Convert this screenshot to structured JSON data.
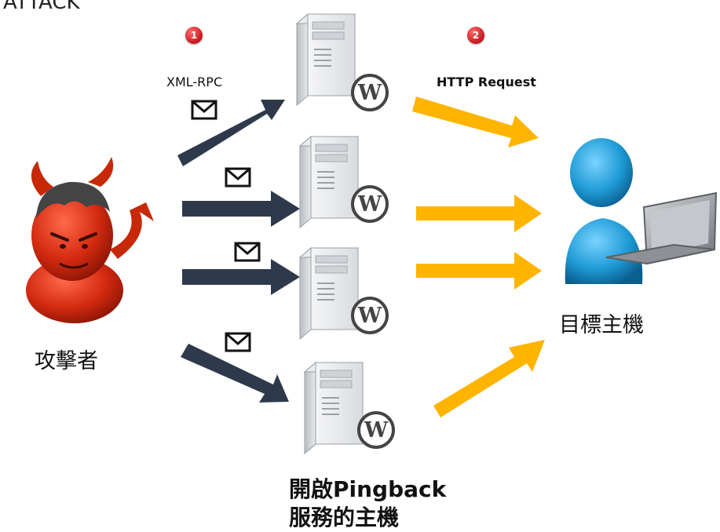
{
  "colors": {
    "arrow_dark": "#2e3a4b",
    "arrow_yellow": "#ffb400",
    "badge_red": "#d3191f",
    "person_blue": "#1f9bd6",
    "devil_red": "#d32a10"
  },
  "badges": {
    "step1": "1",
    "step2": "2"
  },
  "labels": {
    "xmlrpc": "XML-RPC",
    "http_request": "HTTP Request",
    "attacker": "攻擊者",
    "target": "目標主機",
    "servers_line1": "開啟Pingback",
    "servers_line2": "服務的主機"
  },
  "icons": {
    "attacker": "devil-icon",
    "server": "server-tower-icon",
    "wordpress": "wordpress-logo-icon",
    "envelope": "envelope-icon",
    "target": "user-with-laptop-icon"
  },
  "header_fragment": "ATTACK"
}
